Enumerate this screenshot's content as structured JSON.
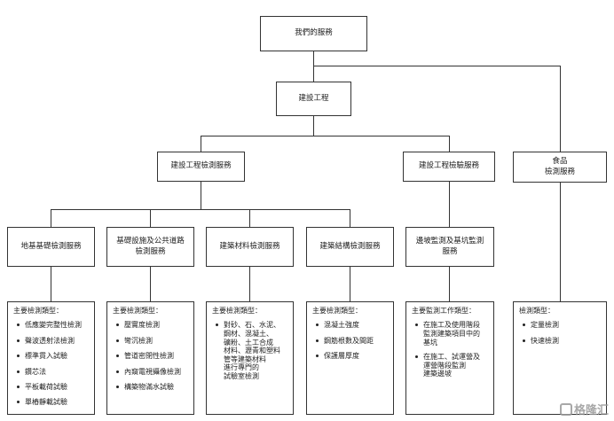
{
  "root": {
    "label": "我們的服務"
  },
  "level1": {
    "label": "建設工程"
  },
  "level2": [
    {
      "label": "建設工程檢測服務"
    },
    {
      "label": "建設工程檢驗服務"
    },
    {
      "label": "食品\n檢測服務"
    }
  ],
  "level3": [
    {
      "label": "地基基礎檢測服務"
    },
    {
      "label": "基礎設施及公共道路\n檢測服務"
    },
    {
      "label": "建築材料檢測服務"
    },
    {
      "label": "建築結構檢測服務"
    },
    {
      "label": "邊坡監測及基坑監測\n服務"
    }
  ],
  "details": [
    {
      "head": "主要檢測類型：",
      "items": [
        "低應變完整性檢測",
        "聲波透射法檢測",
        "標準貫入試驗",
        "鑽芯法",
        "平板載荷試驗",
        "單樁靜載試驗"
      ]
    },
    {
      "head": "主要檢測類型：",
      "items": [
        "壓實度檢測",
        "彎沉檢測",
        "管道密閉性檢測",
        "內窺電視攝像檢測",
        "構築物滿水試驗"
      ]
    },
    {
      "head": "主要檢測類型：",
      "items": [
        "對砂、石、水泥、\n鋼材、混凝土、\n礦粉、土工合成\n材料、瀝青和塑料\n管等建築材料\n進行專門的\n試驗室檢測"
      ]
    },
    {
      "head": "主要檢測類型：",
      "items": [
        "混凝土強度",
        "鋼筋根數及間距",
        "保護層厚度"
      ]
    },
    {
      "head": "主要監測工作類型：",
      "items": [
        "在施工及使用階段\n監測建築項目中的\n基坑",
        "在施工、試運營及\n運營階段監測\n建築邊坡"
      ]
    },
    {
      "head": "檢測類型：",
      "items": [
        "定量檢測",
        "快速檢測"
      ]
    }
  ],
  "watermark": {
    "text": "格隆汇"
  }
}
